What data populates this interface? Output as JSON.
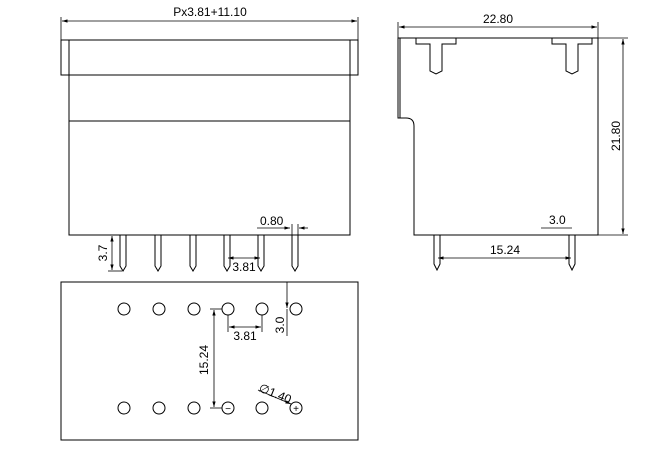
{
  "drawing": {
    "front_view": {
      "width_dim": "Px3.81+11.10",
      "pin_length_dim": "3.7",
      "pin_width_dim": "0.80",
      "pin_pitch_dim": "3.81"
    },
    "side_view": {
      "width_dim": "22.80",
      "height_dim": "21.80",
      "pin_length_dim": "3.0",
      "pin_spacing_dim": "15.24"
    },
    "pcb_layout": {
      "pitch_dim": "3.81",
      "offset_dim": "3.0",
      "row_spacing_dim": "15.24",
      "hole_dim": "∅1.40",
      "minus_mark": "−",
      "plus_mark": "+"
    }
  }
}
